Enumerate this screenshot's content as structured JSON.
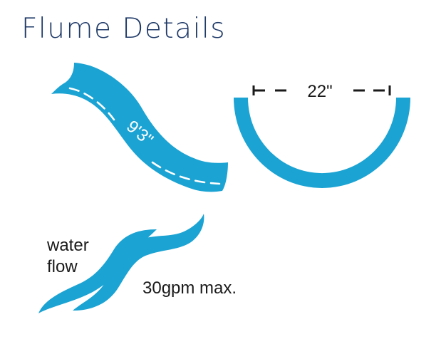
{
  "title": "Flume Details",
  "slide": {
    "length_label": "9'3\""
  },
  "trough": {
    "width_label": "22\""
  },
  "water": {
    "label_line1": "water",
    "label_line2": "flow",
    "rate_label": "30gpm max."
  },
  "colors": {
    "flume_blue": "#1ba3d3",
    "title_navy": "#1f3a68",
    "dash_white": "#ffffff",
    "text_dark": "#1a1a1a"
  }
}
